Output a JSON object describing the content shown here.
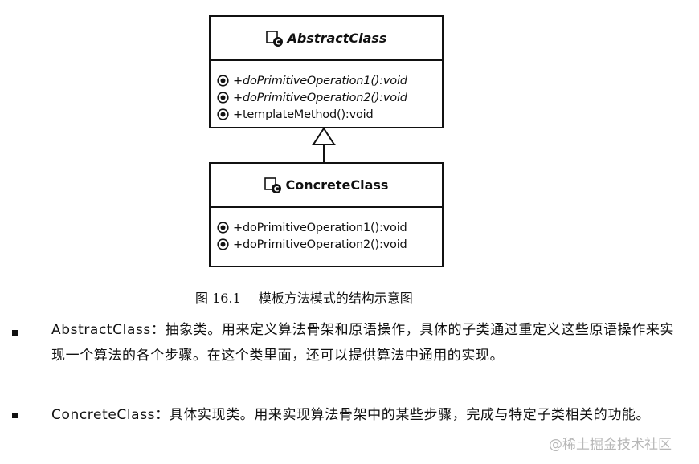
{
  "diagram": {
    "abstract_class": {
      "name": "AbstractClass",
      "operations": [
        {
          "text": "+doPrimitiveOperation1():void",
          "abstract": true
        },
        {
          "text": "+doPrimitiveOperation2():void",
          "abstract": true
        },
        {
          "text": "+templateMethod():void",
          "abstract": false
        }
      ]
    },
    "concrete_class": {
      "name": "ConcreteClass",
      "operations": [
        {
          "text": "+doPrimitiveOperation1():void",
          "abstract": false
        },
        {
          "text": "+doPrimitiveOperation2():void",
          "abstract": false
        }
      ]
    },
    "relationship": "ConcreteClass inherits AbstractClass",
    "icons": [
      "class-icon",
      "operation-icon",
      "inheritance-arrow"
    ]
  },
  "caption": {
    "figure_number": "图 16.1",
    "title": "模板方法模式的结构示意图"
  },
  "bullets": [
    {
      "text": "AbstractClass：抽象类。用来定义算法骨架和原语操作，具体的子类通过重定义这些原语操作来实现一个算法的各个步骤。在这个类里面，还可以提供算法中通用的实现。"
    },
    {
      "text": "ConcreteClass：具体实现类。用来实现算法骨架中的某些步骤，完成与特定子类相关的功能。"
    }
  ],
  "watermark": "@稀土掘金技术社区"
}
